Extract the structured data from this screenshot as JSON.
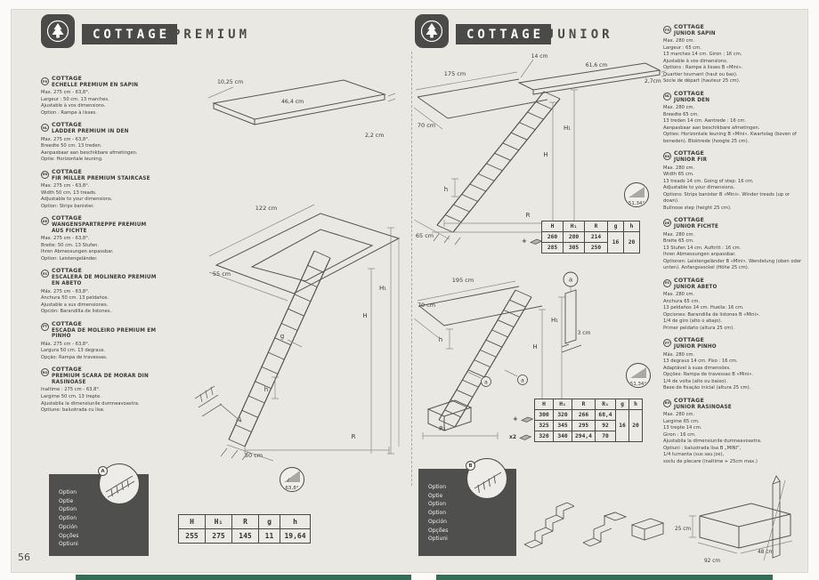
{
  "page": {
    "number": "56"
  },
  "premium": {
    "brand": "COTTAGE",
    "model": "PREMIUM",
    "langs": [
      {
        "code": "FR",
        "title": "COTTAGE",
        "subtitle": "ECHELLE PREMIUM EN SAPIN",
        "body": "Max. 275 cm - 63,8°.\nLargeur : 50 cm. 13 marches.\nAjustable à vos dimensions.\nOption : Rampe à lisses."
      },
      {
        "code": "NL",
        "title": "COTTAGE",
        "subtitle": "LADDER PREMIUM IN DEN",
        "body": "Max. 275 cm - 63,8°.\nBreedte 50 cm. 13 treden.\nAanpasbaar aan beschikbare afmetingen.\nOptie: Horizontale leuning."
      },
      {
        "code": "EN",
        "title": "COTTAGE",
        "subtitle": "FIR MILLER PREMIUM STAIRCASE",
        "body": "Max. 275 cm - 63,8°.\nWidth 50 cm. 13 treads.\nAdjustable to your dimensions.\nOption: Strips banister."
      },
      {
        "code": "DE",
        "title": "COTTAGE",
        "subtitle": "WANGENSPARTREPPE PREMIUM AUS FICHTE",
        "body": "Max. 275 cm - 63,8°.\nBreite: 50 cm. 13 Stufen.\nIhren Abmessungen anpassbar.\nOption: Leistengeländer."
      },
      {
        "code": "ES",
        "title": "COTTAGE",
        "subtitle": "ESCALERA DE MOLINERO PREMIUM EN ABETO",
        "body": "Máx. 275 cm - 63,8°.\nAnchura 50 cm. 13 peldaños.\nAjustable a sus dimensiones.\nOpción: Barandilla de listones."
      },
      {
        "code": "PT",
        "title": "COTTAGE",
        "subtitle": "ESCADA DE MOLEIRO PREMIUM EM PINHO",
        "body": "Máx. 275 cm - 63,8°.\nLargura 50 cm. 13 degraus.\nOpção: Rampa de travessas."
      },
      {
        "code": "RO",
        "title": "COTTAGE",
        "subtitle": "PREMIUM SCARA DE MORAR DIN RASINOASE",
        "body": "Inaltime : 275 cm - 63,8°.\nLargime 50 cm. 13 trepte.\nAjustabila la dimensiunile dumneavoastra.\nOptiune: balustrada cu lise."
      }
    ],
    "drawing": {
      "board_width": "10,25 cm",
      "board_length": "46,4 cm",
      "board_thickness": "2,2 cm",
      "opening_length": "122 cm",
      "opening_depth": "55 cm",
      "dim_h1": "H₁",
      "dim_h": "H",
      "dim_g": "g",
      "dim_step": "h",
      "dim_r": "R",
      "stair_width": "50 cm"
    },
    "angle_badge": "63,8°",
    "option": {
      "badge": "A",
      "words": "Option\nOptie\nOption\nOption\nOpción\nOpções\nOptiuni"
    },
    "table": {
      "headers": [
        "H",
        "H₁",
        "R",
        "g",
        "h"
      ],
      "row": [
        "255",
        "275",
        "145",
        "11",
        "19,64"
      ]
    }
  },
  "junior": {
    "brand": "COTTAGE",
    "model": "JUNIOR",
    "langs": [
      {
        "code": "FR",
        "title": "COTTAGE",
        "subtitle": "JUNIOR SAPIN",
        "body": "Max. 280 cm.\nLargeur : 65 cm.\n13 marches 14 cm. Giron : 16 cm.\nAjustable à vos dimensions.\nOptions : Rampe à lisses B «Mini».\nQuartier tournant (haut ou bas).\nSocle de départ (hauteur 25 cm)."
      },
      {
        "code": "NL",
        "title": "COTTAGE",
        "subtitle": "JUNIOR DEN",
        "body": "Max. 280 cm.\nBreedte 65 cm.\n13 treden 14 cm. Aantrede : 16 cm.\nAanpasbaar aan beschikbare afmetingen.\nOpties: Horizontale leuning B «Mini». Kwartslag (boven of beneden). Bloktrede (hoogte 25 cm)."
      },
      {
        "code": "EN",
        "title": "COTTAGE",
        "subtitle": "JUNIOR FIR",
        "body": "Max. 280 cm.\nWidth 65 cm.\n13 treads 14 cm. Going of step: 16 cm.\nAdjustable to your dimensions.\nOptions: Strips banister B «Mini». Winder treads (up or down).\nBullnose step (height 25 cm)."
      },
      {
        "code": "DE",
        "title": "COTTAGE",
        "subtitle": "JUNIOR FICHTE",
        "body": "Max. 280 cm.\nBreite 65 cm.\n13 Stufen 14 cm. Auftritt : 16 cm.\nIhren Abmessungen anpassbar.\nOptionen: Leistengeländer B «Mini». Wendelung (oben oder unten). Anfangssockel (Höhe 25 cm)."
      },
      {
        "code": "ES",
        "title": "COTTAGE",
        "subtitle": "JUNIOR ABETO",
        "body": "Max. 280 cm.\nAnchura 65 cm.\n13 peldaños 14 cm. Huella: 16 cm.\nOpciones: Barandilla de listones B «Mini».\n1/4 de giro (alto o abajo).\nPrimer peldaño (altura 25 cm)."
      },
      {
        "code": "PT",
        "title": "COTTAGE",
        "subtitle": "JUNIOR PINHO",
        "body": "Máx. 280 cm.\n13 degraus 14 cm. Piso : 16 cm.\nAdaptável à suas dimensões.\nOpções: Rampa de travessas B «Mini».\n1/4 de volta (alto ou baixo).\nBase de fixação inicial (altura 25 cm)."
      },
      {
        "code": "RO",
        "title": "COTTAGE",
        "subtitle": "JUNIOR RASINOASE",
        "body": "Max. 280 cm.\nLargime 65 cm.\n13 trepte 14 cm.\nGiron : 16 cm.\nAjustabila la dimensiunile dumneavoastra.\nOptiuni : balustrada lisa B „MINI”,\n1/4 turnanta (sus sau jos),\nsoclu de plecare (inaltime + 25cm max.)"
      }
    ],
    "drawing1": {
      "board_width": "14 cm",
      "board_length": "61,6 cm",
      "board_thickness": "2,7cm",
      "opening_length": "175 cm",
      "opening_depth": "70 cm",
      "dim_h1": "H₁",
      "dim_h": "H",
      "dim_step": "h",
      "dim_r": "R",
      "stair_width": "65 cm"
    },
    "angle_badge1": "51,34°",
    "table1": {
      "headers": [
        "H",
        "H₁",
        "R",
        "g",
        "h"
      ],
      "rows": [
        [
          "260",
          "280",
          "214"
        ],
        [
          "285",
          "305",
          "250"
        ]
      ],
      "g": "16",
      "h": "20",
      "icon_plus": "+"
    },
    "drawing2": {
      "opening_length": "195 cm",
      "opening_depth": "70 cm",
      "dim_h1": "H₁",
      "dim_h": "H",
      "dim_step": "h",
      "dim_r1": "R₁",
      "marker": "a",
      "detail_width": "3 cm"
    },
    "angle_badge2": "51,34°",
    "table2": {
      "headers": [
        "H",
        "H₁",
        "R",
        "R₁",
        "g",
        "h"
      ],
      "rows": [
        [
          "300",
          "320",
          "266",
          "68,4"
        ],
        [
          "325",
          "345",
          "295",
          "92"
        ],
        [
          "320",
          "340",
          "294,4",
          "70"
        ]
      ],
      "g": "16",
      "h": "20",
      "icon_plus": "+",
      "icon_x2": "x2"
    },
    "option": {
      "badge": "B",
      "words": "Option\nOptie\nOption\nOption\nOpción\nOpções\nOptiuni"
    },
    "socle": {
      "height": "25 cm",
      "length": "92 cm",
      "width": "48 cm"
    }
  }
}
